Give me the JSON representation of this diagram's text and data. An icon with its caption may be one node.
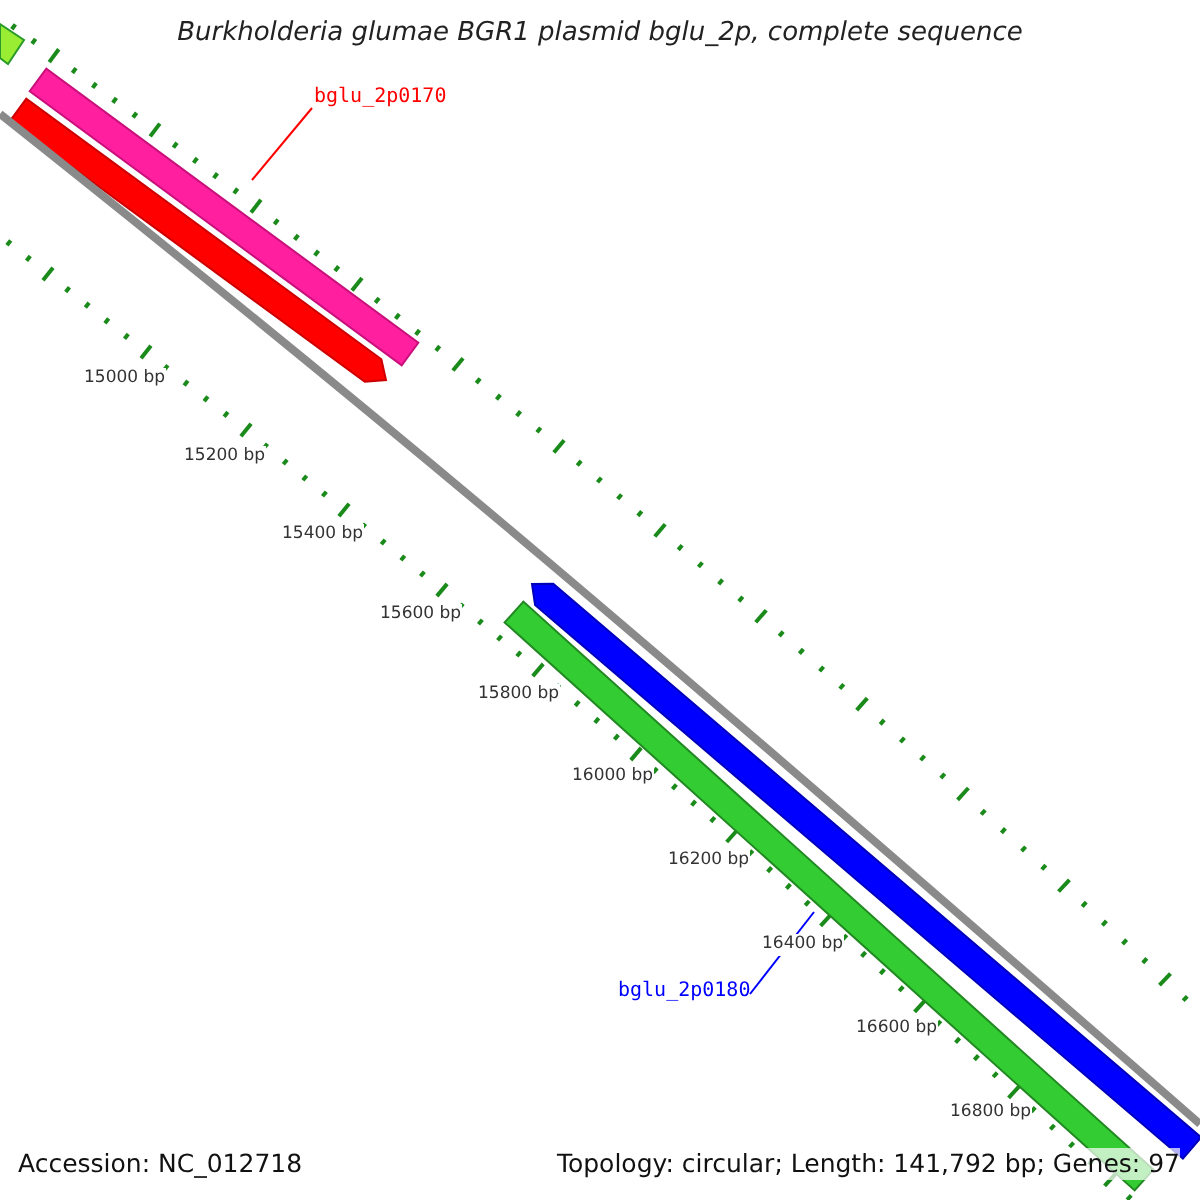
{
  "diagram": {
    "title": "Burkholderia glumae BGR1 plasmid bglu_2p, complete sequence",
    "nodes": [
      {
        "text": [
          "bglu_2p0170"
        ]
      },
      {
        "text": [
          "bglu_2p0180"
        ]
      }
    ],
    "edges": [
      {
        "from": 0,
        "to": null,
        "arrow": "none",
        "color": "#ff0000"
      },
      {
        "from": 1,
        "to": null,
        "arrow": "none",
        "color": "#0000ff"
      }
    ],
    "labels": [
      "15000 bp",
      "15200 bp",
      "15400 bp",
      "15600 bp",
      "15800 bp",
      "16000 bp",
      "16200 bp",
      "16400 bp",
      "16600 bp",
      "16800 bp",
      "Accession: NC_012718",
      "Topology: circular; Length: 141,792 bp; Genes: 97"
    ]
  }
}
